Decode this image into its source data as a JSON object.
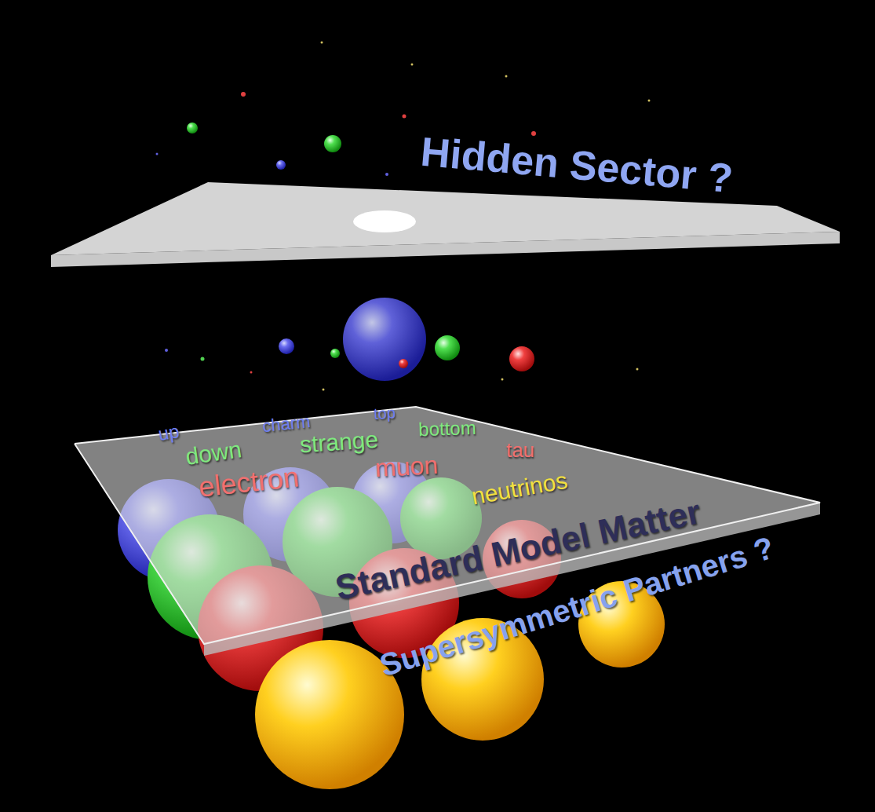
{
  "diagram": {
    "labels": [
      "Hidden Sector ?",
      "up",
      "charm",
      "top",
      "down",
      "strange",
      "bottom",
      "electron",
      "muon",
      "tau",
      "neutrinos",
      "Standard Model Matter",
      "Supersymmetric Partners ?"
    ]
  }
}
